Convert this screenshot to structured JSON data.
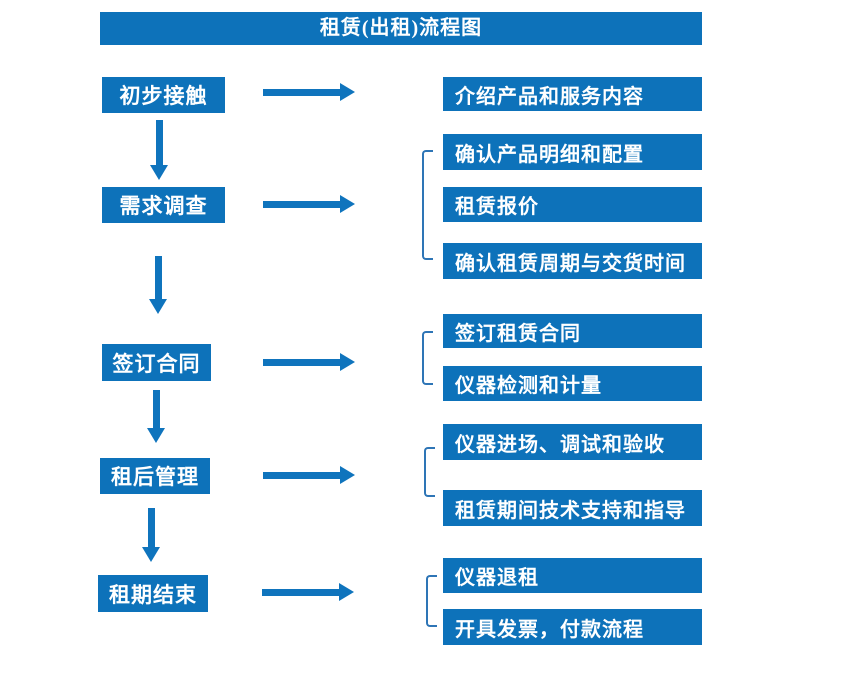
{
  "title": "租赁(出租)流程图",
  "colors": {
    "primary": "#0d72ba",
    "arrow": "#0f74bd",
    "bracket": "#2e75b6",
    "text_on_primary": "#ffffff",
    "background": "#ffffff"
  },
  "steps": [
    {
      "label": "初步接触",
      "outputs": [
        "介绍产品和服务内容"
      ]
    },
    {
      "label": "需求调查",
      "outputs": [
        "确认产品明细和配置",
        "租赁报价",
        "确认租赁周期与交货时间"
      ]
    },
    {
      "label": "签订合同",
      "outputs": [
        "签订租赁合同",
        "仪器检测和计量"
      ]
    },
    {
      "label": "租后管理",
      "outputs": [
        "仪器进场、调试和验收",
        "租赁期间技术支持和指导"
      ]
    },
    {
      "label": "租期结束",
      "outputs": [
        "仪器退租",
        "开具发票，付款流程"
      ]
    }
  ]
}
